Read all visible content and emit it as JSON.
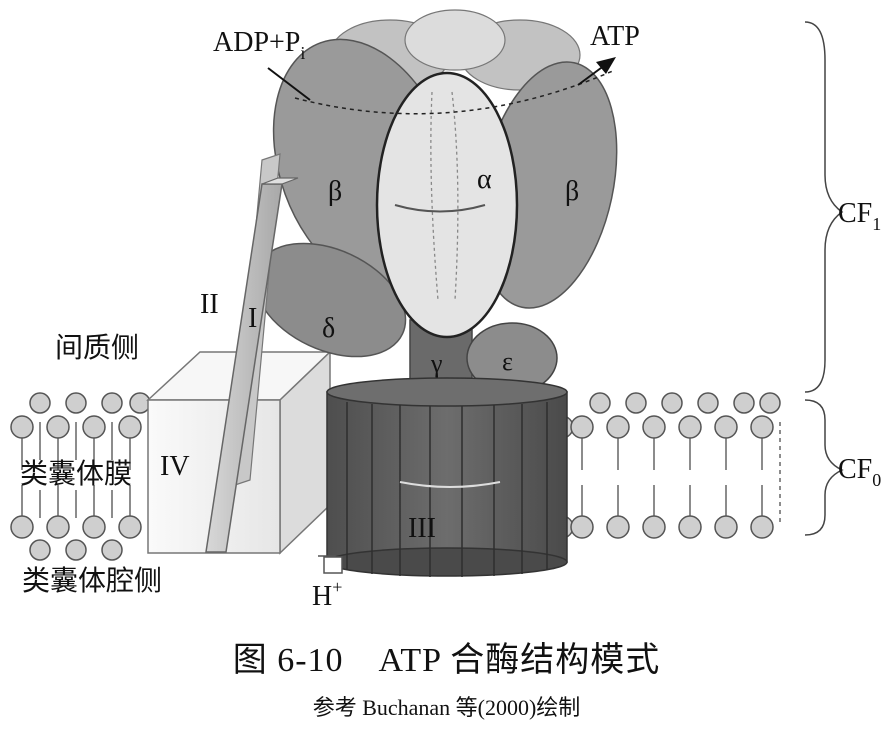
{
  "labels": {
    "adp": "ADP+P",
    "adp_sub": "i",
    "atp": "ATP",
    "cf1": "CF",
    "cf1_sub": "1",
    "cf0": "CF",
    "cf0_sub": "0",
    "beta_left": "β",
    "beta_right": "β",
    "alpha": "α",
    "delta": "δ",
    "gamma": "γ",
    "epsilon": "ε",
    "sub_I": "I",
    "sub_II": "II",
    "sub_III": "III",
    "sub_IV": "IV",
    "stroma_side": "间质侧",
    "thylakoid_membrane": "类囊体膜",
    "lumen_side": "类囊体腔侧",
    "proton": "H",
    "proton_sup": "+"
  },
  "caption": {
    "title": "图 6-10　ATP 合酶结构模式",
    "subtitle": "参考 Buchanan 等(2000)绘制"
  },
  "colors": {
    "beta_subunit": "#9a9a9a",
    "alpha_subunit": "#e4e4e4",
    "stalk": "#6a6a6a",
    "cf0_ring": "#5a5a5a",
    "subunit_IV": "#f0f0f0",
    "lipid_head": "#cfcfcf"
  }
}
